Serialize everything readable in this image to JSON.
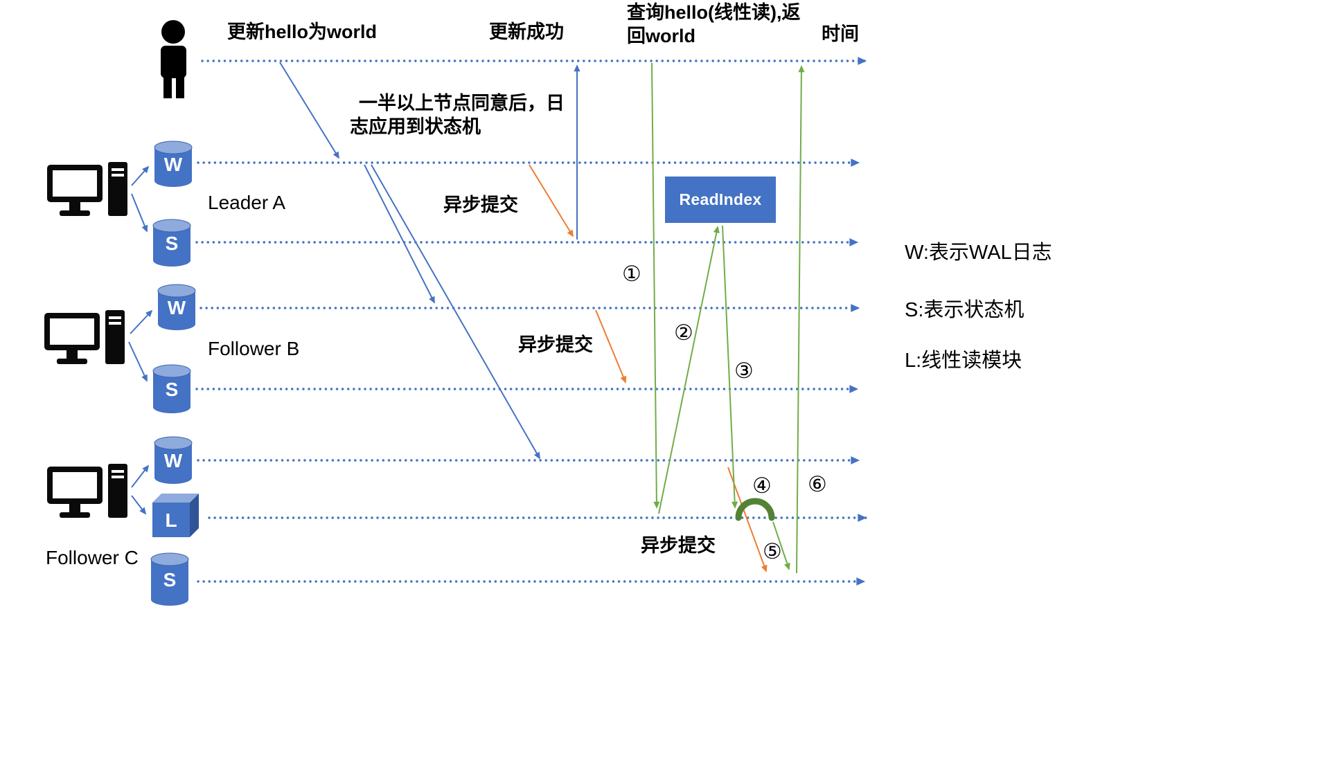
{
  "diagram": {
    "timeline_labels": {
      "update_request": "更新hello为world",
      "update_success": "更新成功",
      "query_line1": "查询hello(线性读),返",
      "query_line2": "回world",
      "time": "时间"
    },
    "annotations": {
      "majority_line1": "一半以上节点同意后，日",
      "majority_line2": "志应用到状态机",
      "async_commit": "异步提交"
    },
    "nodes": {
      "leader_a": "Leader A",
      "follower_b": "Follower B",
      "follower_c": "Follower C"
    },
    "modules": {
      "w": "W",
      "s": "S",
      "l": "L"
    },
    "read_index": "ReadIndex",
    "steps": [
      "①",
      "②",
      "③",
      "④",
      "⑤",
      "⑥"
    ],
    "legend": [
      "W:表示WAL日志",
      "S:表示状态机",
      "L:线性读模块"
    ],
    "colors": {
      "timeline_blue": "#4472C4",
      "async_orange": "#ED7D31",
      "read_green": "#70AD47",
      "arc_green": "#548235",
      "cylinder_top": "#8FAADC",
      "cube_side": "#2F5597"
    }
  }
}
